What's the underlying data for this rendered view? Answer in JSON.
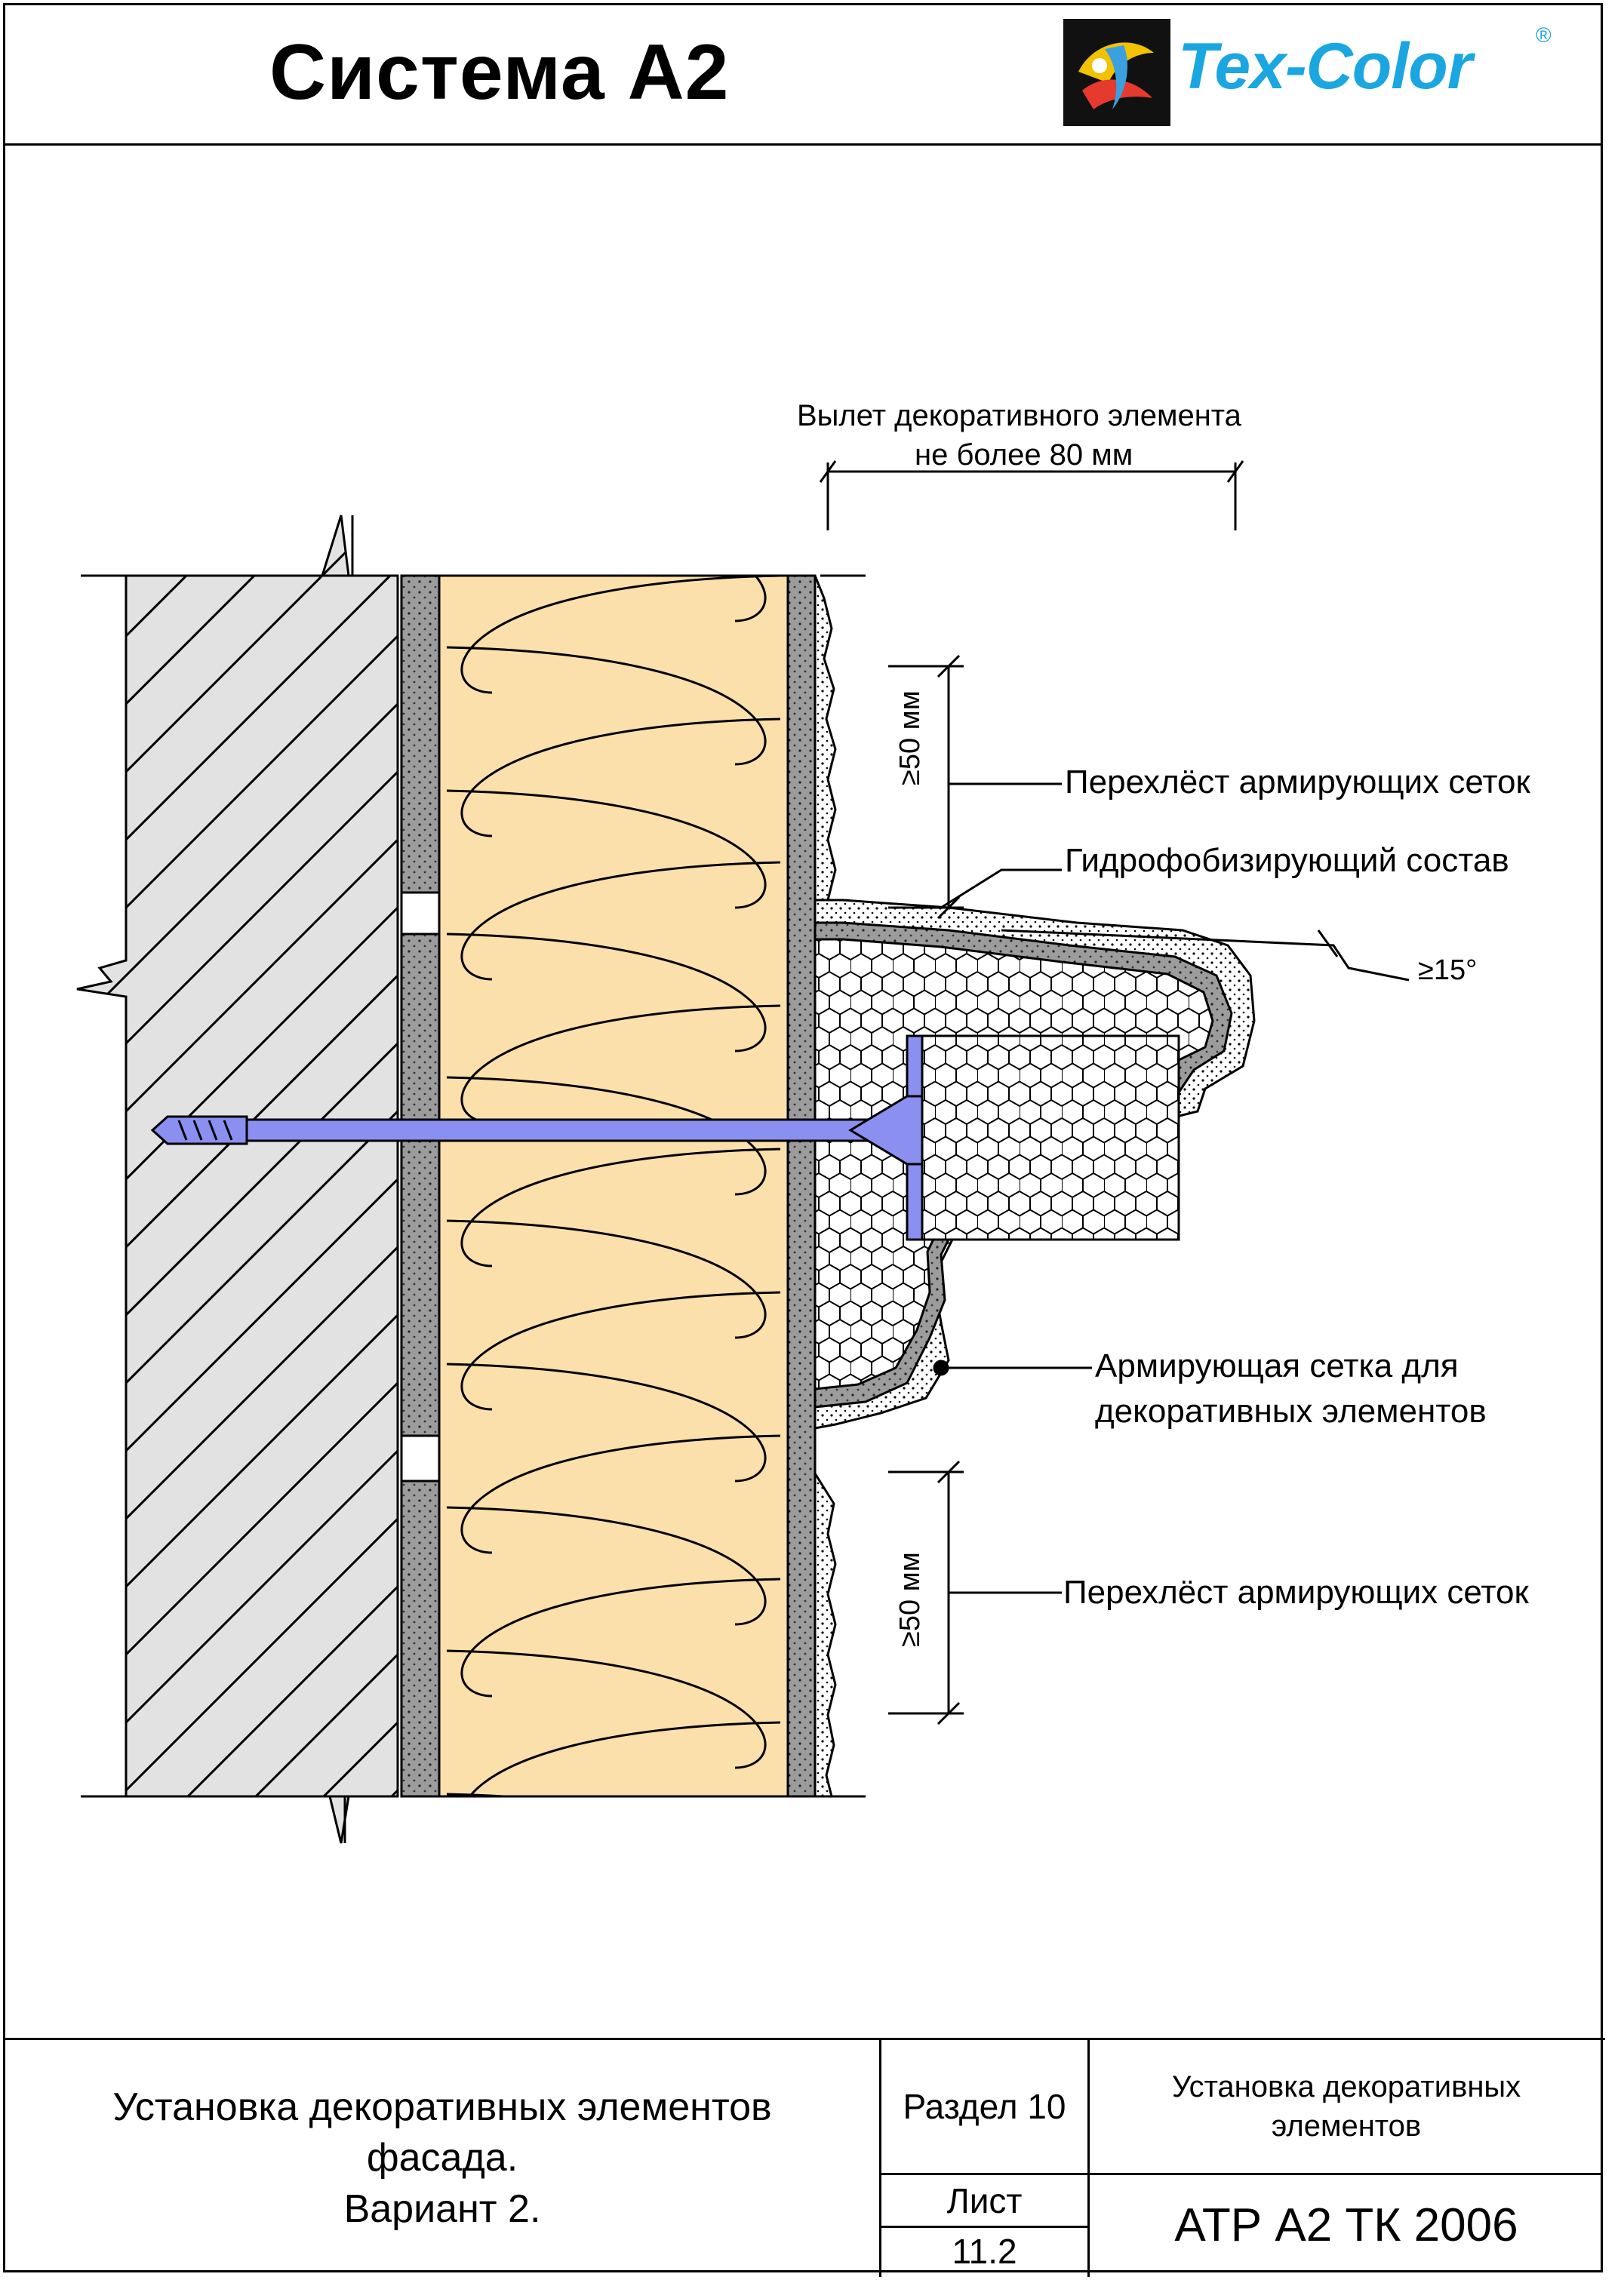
{
  "header": {
    "title": "Система А2",
    "logo_text": "Tex-Color",
    "logo_reg": "®"
  },
  "drawing": {
    "overhang_line1": "Вылет декоративного элемента",
    "overhang_line2": "не более 80 мм",
    "dim_top": "≥50 мм",
    "dim_bottom": "≥50 мм",
    "label_overlap_top": "Перехлёст армирующих сеток",
    "label_hydro": "Гидрофобизирующий состав",
    "label_angle": "≥15°",
    "label_mesh_line1": "Армирующая сетка для",
    "label_mesh_line2": "декоративных элементов",
    "label_overlap_bottom": "Перехлёст армирующих сеток",
    "colors": {
      "insulation": "#fbe0ac",
      "masonry": "#e2e2e2",
      "anchor": "#8b8ff0",
      "mortar": "#9c9c9c"
    }
  },
  "footer": {
    "desc_line1": "Установка декоративных элементов",
    "desc_line2": "фасада.",
    "desc_line3": "Вариант 2.",
    "section": "Раздел 10",
    "sheet_label": "Лист",
    "sheet_number": "11.2",
    "topic_line1": "Установка декоративных",
    "topic_line2": "элементов",
    "code": "АТР А2 ТК 2006"
  }
}
